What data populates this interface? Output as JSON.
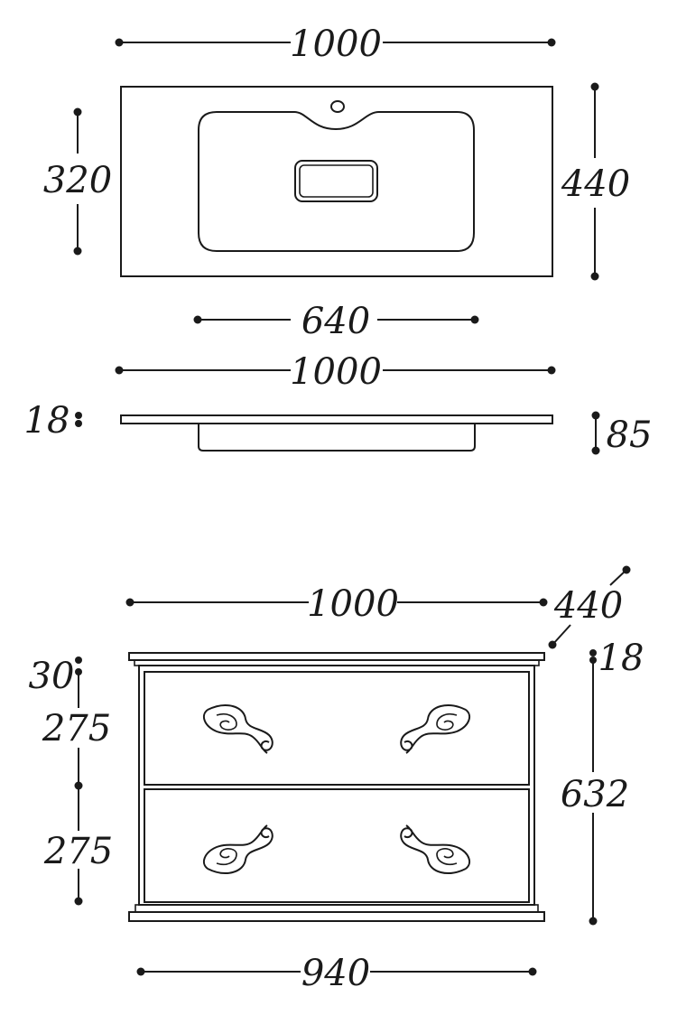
{
  "top_view": {
    "width_label": "1000",
    "depth_label": "440",
    "basin_depth_label": "320",
    "basin_width_label": "640"
  },
  "side_view": {
    "width_label": "1000",
    "top_thickness_label": "18",
    "height_label": "85"
  },
  "front_view": {
    "width_label": "1000",
    "depth_label": "440",
    "top_label": "18",
    "plinth_label": "30",
    "drawer_top_label": "275",
    "drawer_bottom_label": "275",
    "height_label": "632",
    "base_width_label": "940"
  },
  "colors": {
    "line": "#1a1a1a",
    "background": "#ffffff"
  }
}
